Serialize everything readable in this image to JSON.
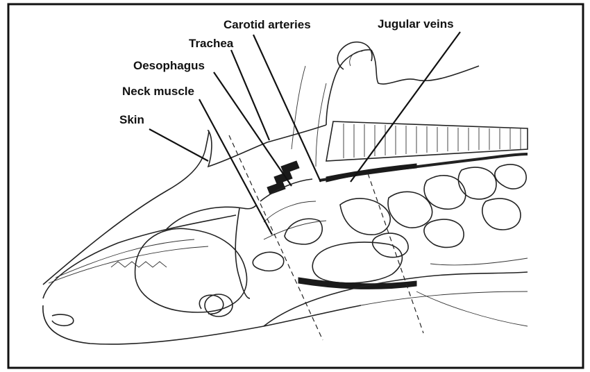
{
  "diagram": {
    "labels": {
      "carotid": "Carotid arteries",
      "jugular": "Jugular veins",
      "trachea": "Trachea",
      "oesophagus": "Oesophagus",
      "neck_muscle": "Neck muscle",
      "skin": "Skin"
    }
  }
}
